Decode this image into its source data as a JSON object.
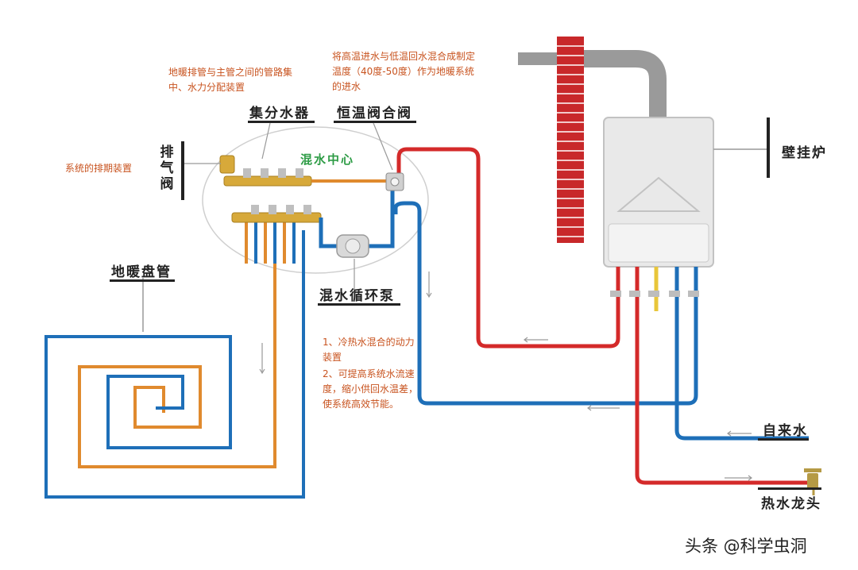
{
  "labels": {
    "manifold": "集分水器",
    "mixing_valve": "恒温阀合阀",
    "exhaust_valve": "排气阀",
    "boiler": "壁挂炉",
    "floor_coil": "地暖盘管",
    "pump": "混水循环泵",
    "mixing_center": "混水中心",
    "tap_water": "自来水",
    "hot_tap": "热水龙头"
  },
  "notes": {
    "manifold": "地暖排管与主管之间的管路集中、水力分配装置",
    "mixing_valve": "将高温进水与低温回水混合成制定温度（40度-50度）作为地暖系统的进水",
    "exhaust_valve": "系统的排期装置",
    "pump_1": "1、冷热水混合的动力装置",
    "pump_2": "2、可提高系统水流速度，缩小供回水温差，使系统高效节能。"
  },
  "watermark": "头条 @科学虫洞",
  "colors": {
    "hot_pipe": "#d42a2a",
    "cold_pipe": "#1e6fb8",
    "floor_pipe": "#e08a2e",
    "brick": "#c8282a",
    "boiler_body": "#e9e9e9",
    "note_text": "#c8531f",
    "mixing_center_text": "#2e9c46"
  }
}
